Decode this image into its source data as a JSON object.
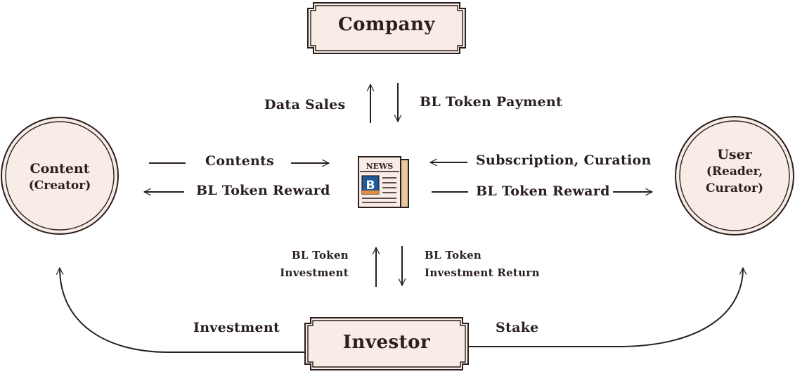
{
  "nodes": {
    "company": "Company",
    "investor": "Investor",
    "content_main": "Content",
    "content_sub": "(Creator)",
    "user_main": "User",
    "user_sub1": "(Reader,",
    "user_sub2": "Curator)",
    "news_label": "NEWS",
    "news_logo": "B"
  },
  "flows": {
    "data_sales": "Data Sales",
    "bl_token_payment": "BL Token Payment",
    "contents": "Contents",
    "bl_token_reward_left": "BL Token Reward",
    "subscription_curation": "Subscription, Curation",
    "bl_token_reward_right": "BL Token Reward",
    "bl_token_investment_1": "BL Token",
    "bl_token_investment_2": "Investment",
    "bl_token_return_1": "BL Token",
    "bl_token_return_2": "Investment Return",
    "investment": "Investment",
    "stake": "Stake"
  },
  "colors": {
    "box_fill": "#f8ece6",
    "stroke": "#2a1f1f",
    "circle_fill": "#f8ece6",
    "news_blue": "#1e5a9c",
    "news_tan": "#e9c8a2"
  }
}
